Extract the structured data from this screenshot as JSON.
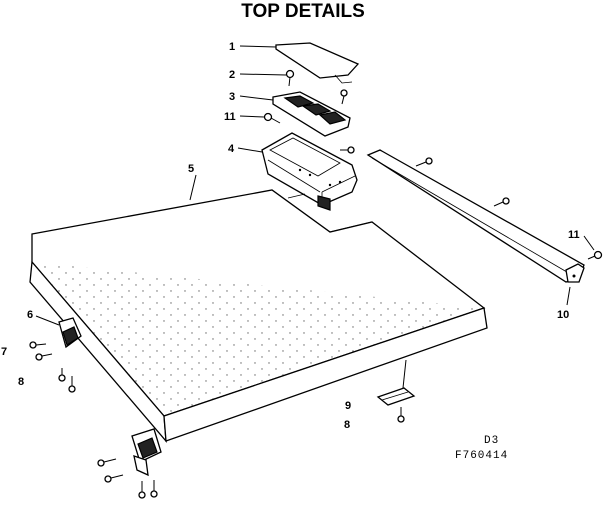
{
  "title": "TOP DETAILS",
  "page_code": "D3",
  "figure_code": "F760414",
  "callouts": {
    "c1": "1",
    "c2": "2",
    "c3": "3",
    "c11a": "11",
    "c4": "4",
    "c5": "5",
    "c11b": "11",
    "c10": "10",
    "c6": "6",
    "c7": "7",
    "c8a": "8",
    "c9": "9",
    "c8b": "8"
  }
}
